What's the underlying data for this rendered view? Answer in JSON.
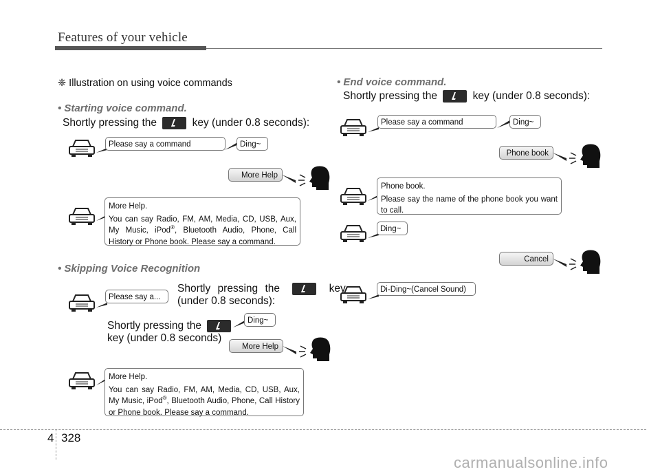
{
  "header": {
    "title": "Features of your vehicle"
  },
  "note": "❈ Illustration on using voice commands",
  "sections": {
    "start": {
      "title": "• Starting voice command.",
      "instr_pre": "Shortly pressing the",
      "instr_post": "key (under 0.8 seconds):"
    },
    "skip": {
      "title": "• Skipping Voice Recognition",
      "instr_a": "Shortly pressing the",
      "instr_a2": "key",
      "instr_a3": "(under 0.8 seconds):",
      "instr_b": "Shortly pressing the",
      "instr_b2": "key (under 0.8 seconds)"
    },
    "end": {
      "title": "• End voice command.",
      "instr_pre": "Shortly pressing the",
      "instr_post": "key (under 0.8 seconds):"
    }
  },
  "bubbles": {
    "please_say_command": "Please say a command",
    "ding": "Ding~",
    "more_help": "More Help",
    "more_help_resp_l1": "More Help.",
    "more_help_resp_l2a": "You can say Radio, FM, AM, Media, CD, USB, Aux, My Music, iPod",
    "reg": "®",
    "more_help_resp_l2b": ", Bluetooth Audio, Phone, Call History or Phone book. Please say a command.",
    "please_say_short": "Please say a...",
    "phone_book": "Phone book",
    "phone_book_resp_l1": "Phone book.",
    "phone_book_resp_l2": "Please say the name of the phone book you want to call.",
    "cancel": "Cancel",
    "cancel_sound": "Di-Ding~(Cancel Sound)"
  },
  "footer": {
    "chapter": "4",
    "page": "328",
    "watermark": "carmanualsonline.info"
  }
}
